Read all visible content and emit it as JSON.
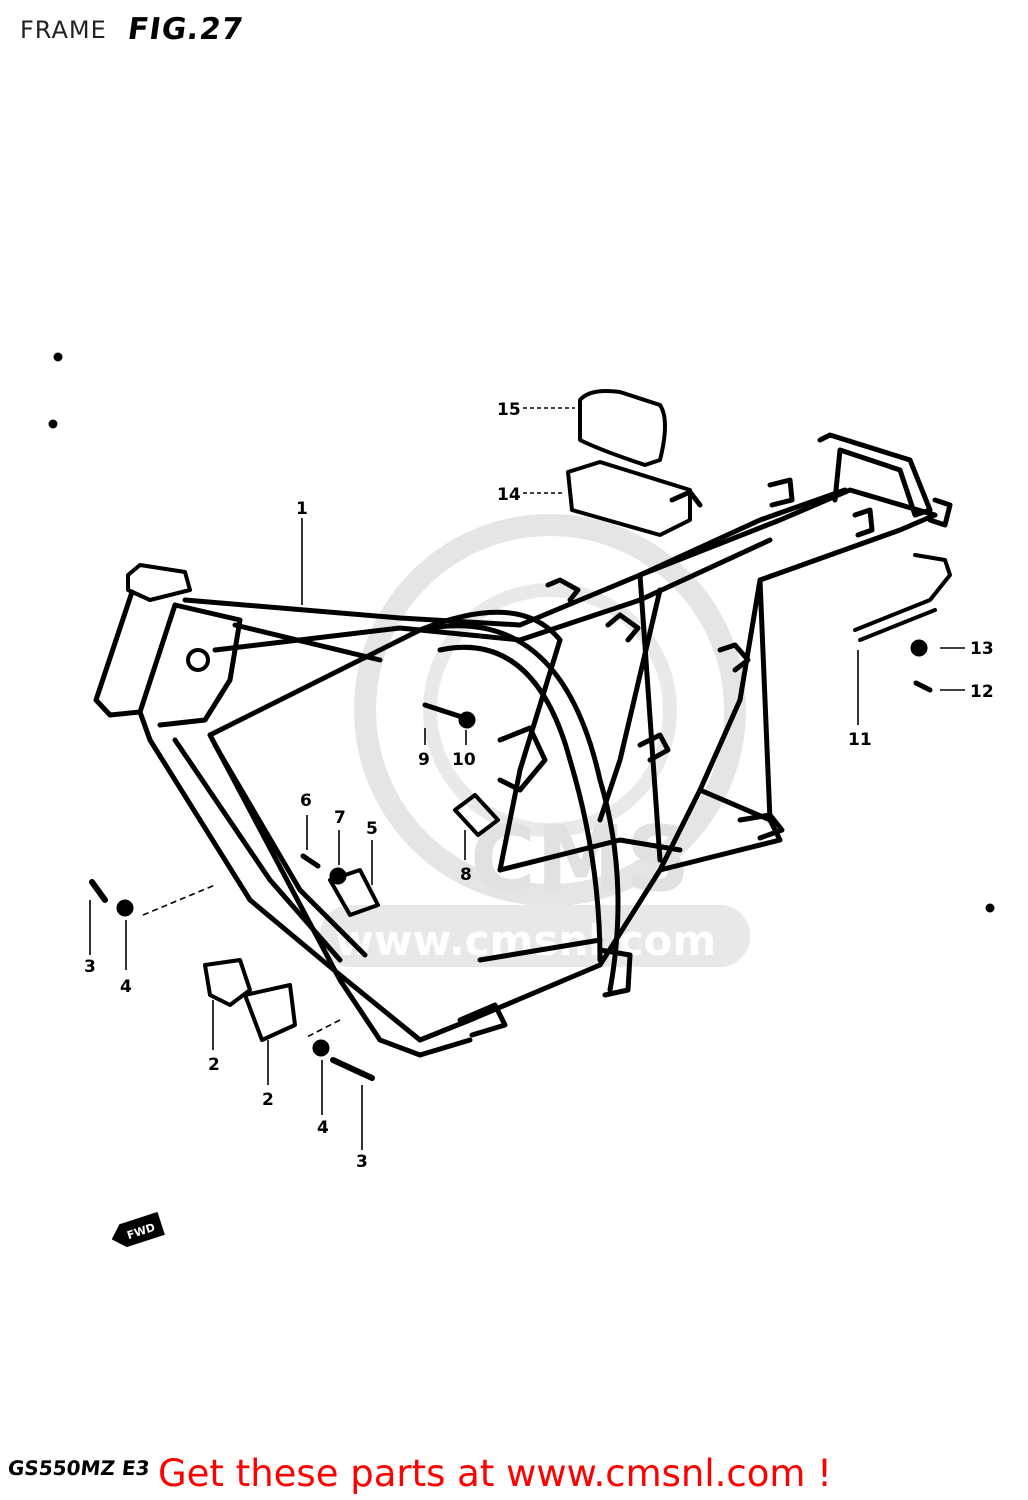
{
  "header": {
    "title": "FRAME",
    "fig": "FIG.27"
  },
  "footer": {
    "model": "GS550MZ E3",
    "cta": "Get these parts at www.cmsnl.com !"
  },
  "watermark": {
    "text": "www.cmsnl.com",
    "badge": "CMS"
  },
  "fwd_arrow": "FWD",
  "callouts": [
    "1",
    "2",
    "2",
    "3",
    "3",
    "4",
    "4",
    "5",
    "6",
    "7",
    "8",
    "9",
    "10",
    "11",
    "12",
    "13",
    "14",
    "15"
  ]
}
